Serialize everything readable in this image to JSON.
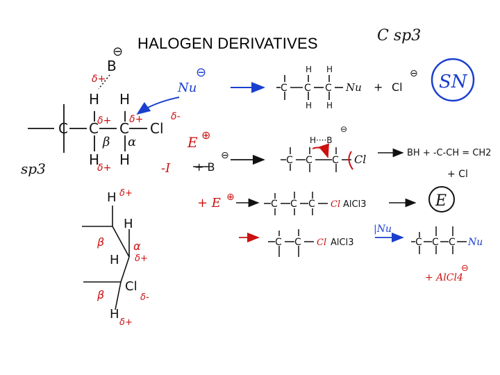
{
  "slide": {
    "title": "HALOGEN DERIVATIVES",
    "corner_note": "C sp3",
    "sn_label": "SN",
    "e_label": "E",
    "colors": {
      "ink": "#111111",
      "red": "#cc1111",
      "blue": "#1a3fcf"
    }
  },
  "main_structure": {
    "carbon_left": "C",
    "carbon_middle": "C",
    "carbon_right": "C",
    "chlorine": "Cl",
    "hydrogens": [
      "H",
      "H",
      "H",
      "H"
    ],
    "charges": {
      "delta_plus_h": "δ+",
      "delta_plus_c_alpha": "δ+",
      "delta_plus_c_beta": "δ+",
      "delta_minus_cl": "δ-",
      "delta_plus_bottom_h": "δ+"
    },
    "greek": {
      "alpha": "α",
      "beta": "β"
    },
    "sp3_left": "sp3",
    "base_label": "B",
    "base_charge": "⊖",
    "nucleophile": "Nu",
    "nu_charge": "⊖",
    "electrophile": "E",
    "e_charge": "⊕",
    "inductive": "-I"
  },
  "sn_reaction": {
    "product_tail": "Nu",
    "plus": "+",
    "leaving": "Cl",
    "leaving_charge": "⊖"
  },
  "e_reaction": {
    "base_h": "H····B",
    "base_charge": "⊖",
    "cl": "Cl",
    "products": "BH  +  -C-CH = CH2",
    "cl_minus": "+ Cl",
    "plus_b": "+  B",
    "plus_e": "+ E"
  },
  "lewis_acid": {
    "reagent_1": "AlCl3",
    "reagent_2": "AlCl3",
    "nu": "|Nu",
    "product_tail": "Nu",
    "byproduct": "+ AlCl4",
    "byproduct_charge": "⊖"
  },
  "lower_structure": {
    "atoms": [
      "H",
      "H",
      "H",
      "Cl",
      "H"
    ],
    "charges": [
      "δ+",
      "δ+",
      "δ-",
      "δ+"
    ],
    "greek": [
      "β",
      "α",
      "β"
    ]
  }
}
